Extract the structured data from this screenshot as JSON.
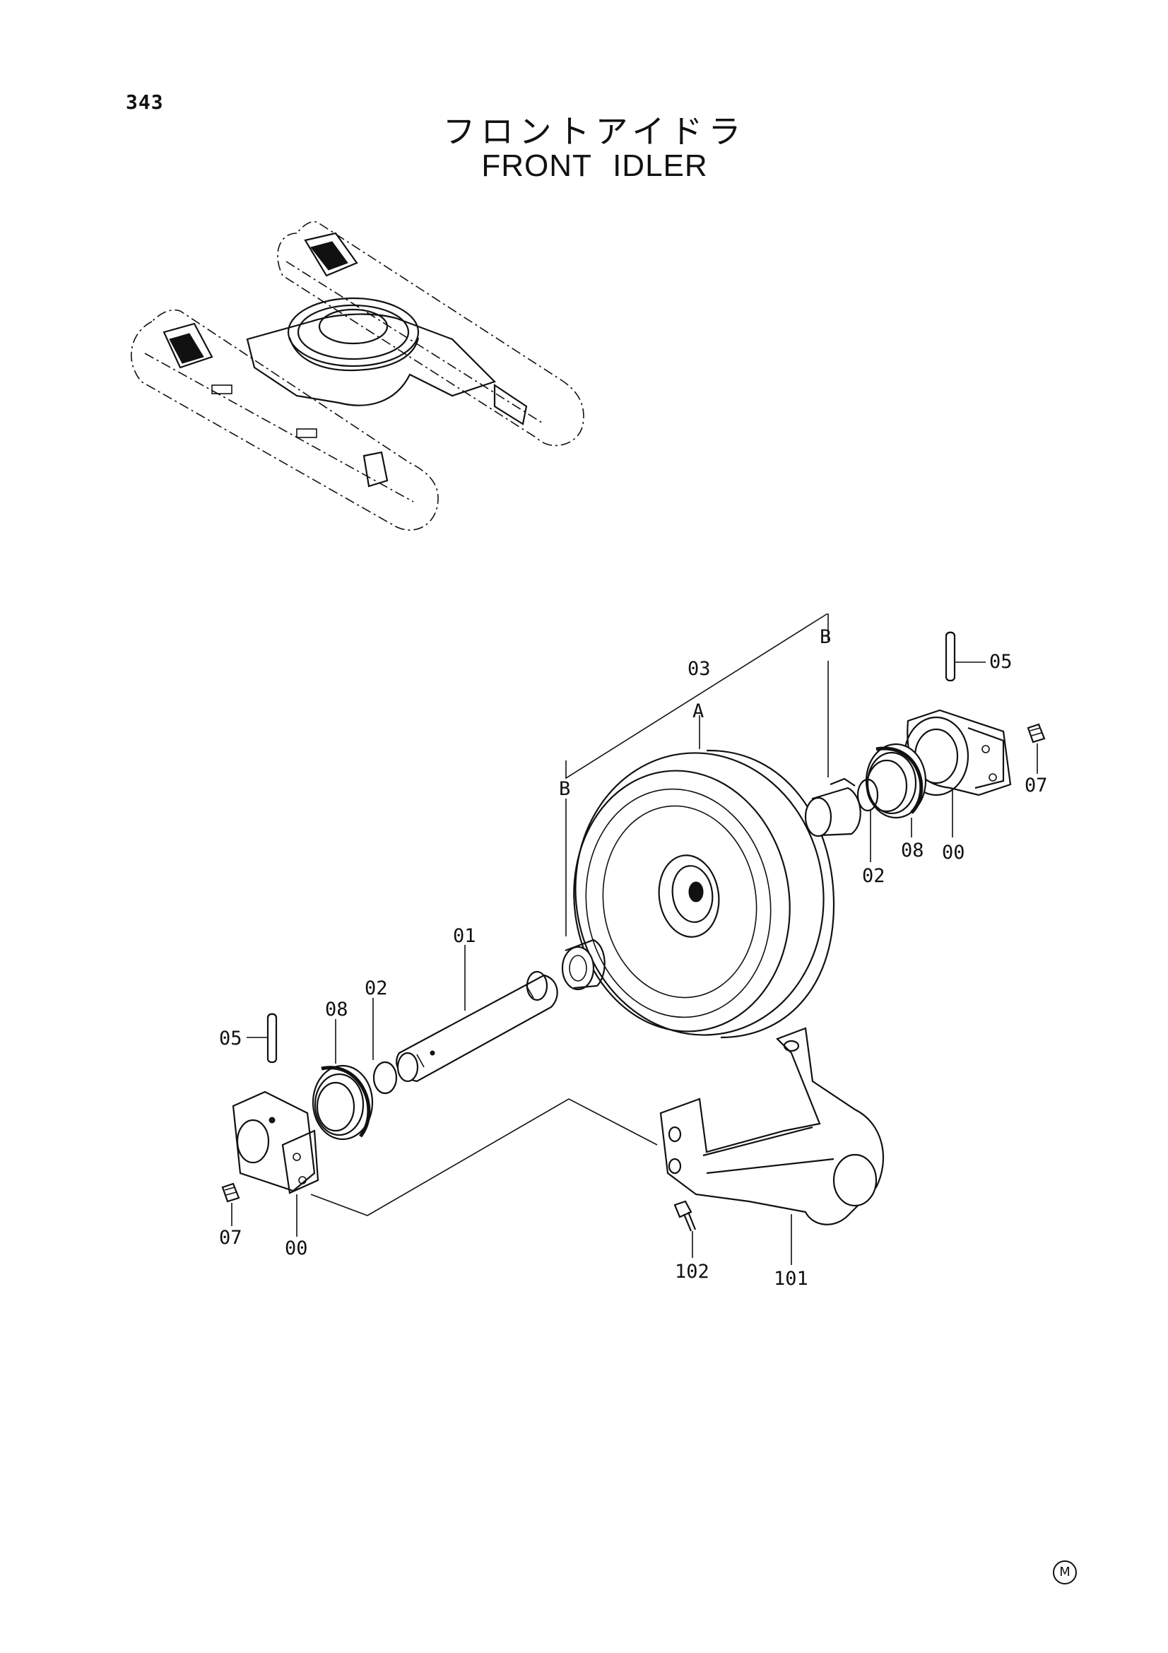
{
  "page_number": "343",
  "title_jp": "フロントアイドラ",
  "title_en": {
    "word1": "FRONT",
    "word2": "IDLER"
  },
  "labels": {
    "part_03": "03",
    "letter_a": "A",
    "letter_b_top": "B",
    "letter_b_left": "B",
    "part_05_right": "05",
    "part_07_right": "07",
    "part_02_right": "02",
    "part_08_right": "08",
    "part_00_right": "00",
    "part_01": "01",
    "part_02_left": "02",
    "part_08_left": "08",
    "part_05_left": "05",
    "part_07_left": "07",
    "part_00_left": "00",
    "part_102": "102",
    "part_101": "101"
  },
  "corner_mark": "M"
}
